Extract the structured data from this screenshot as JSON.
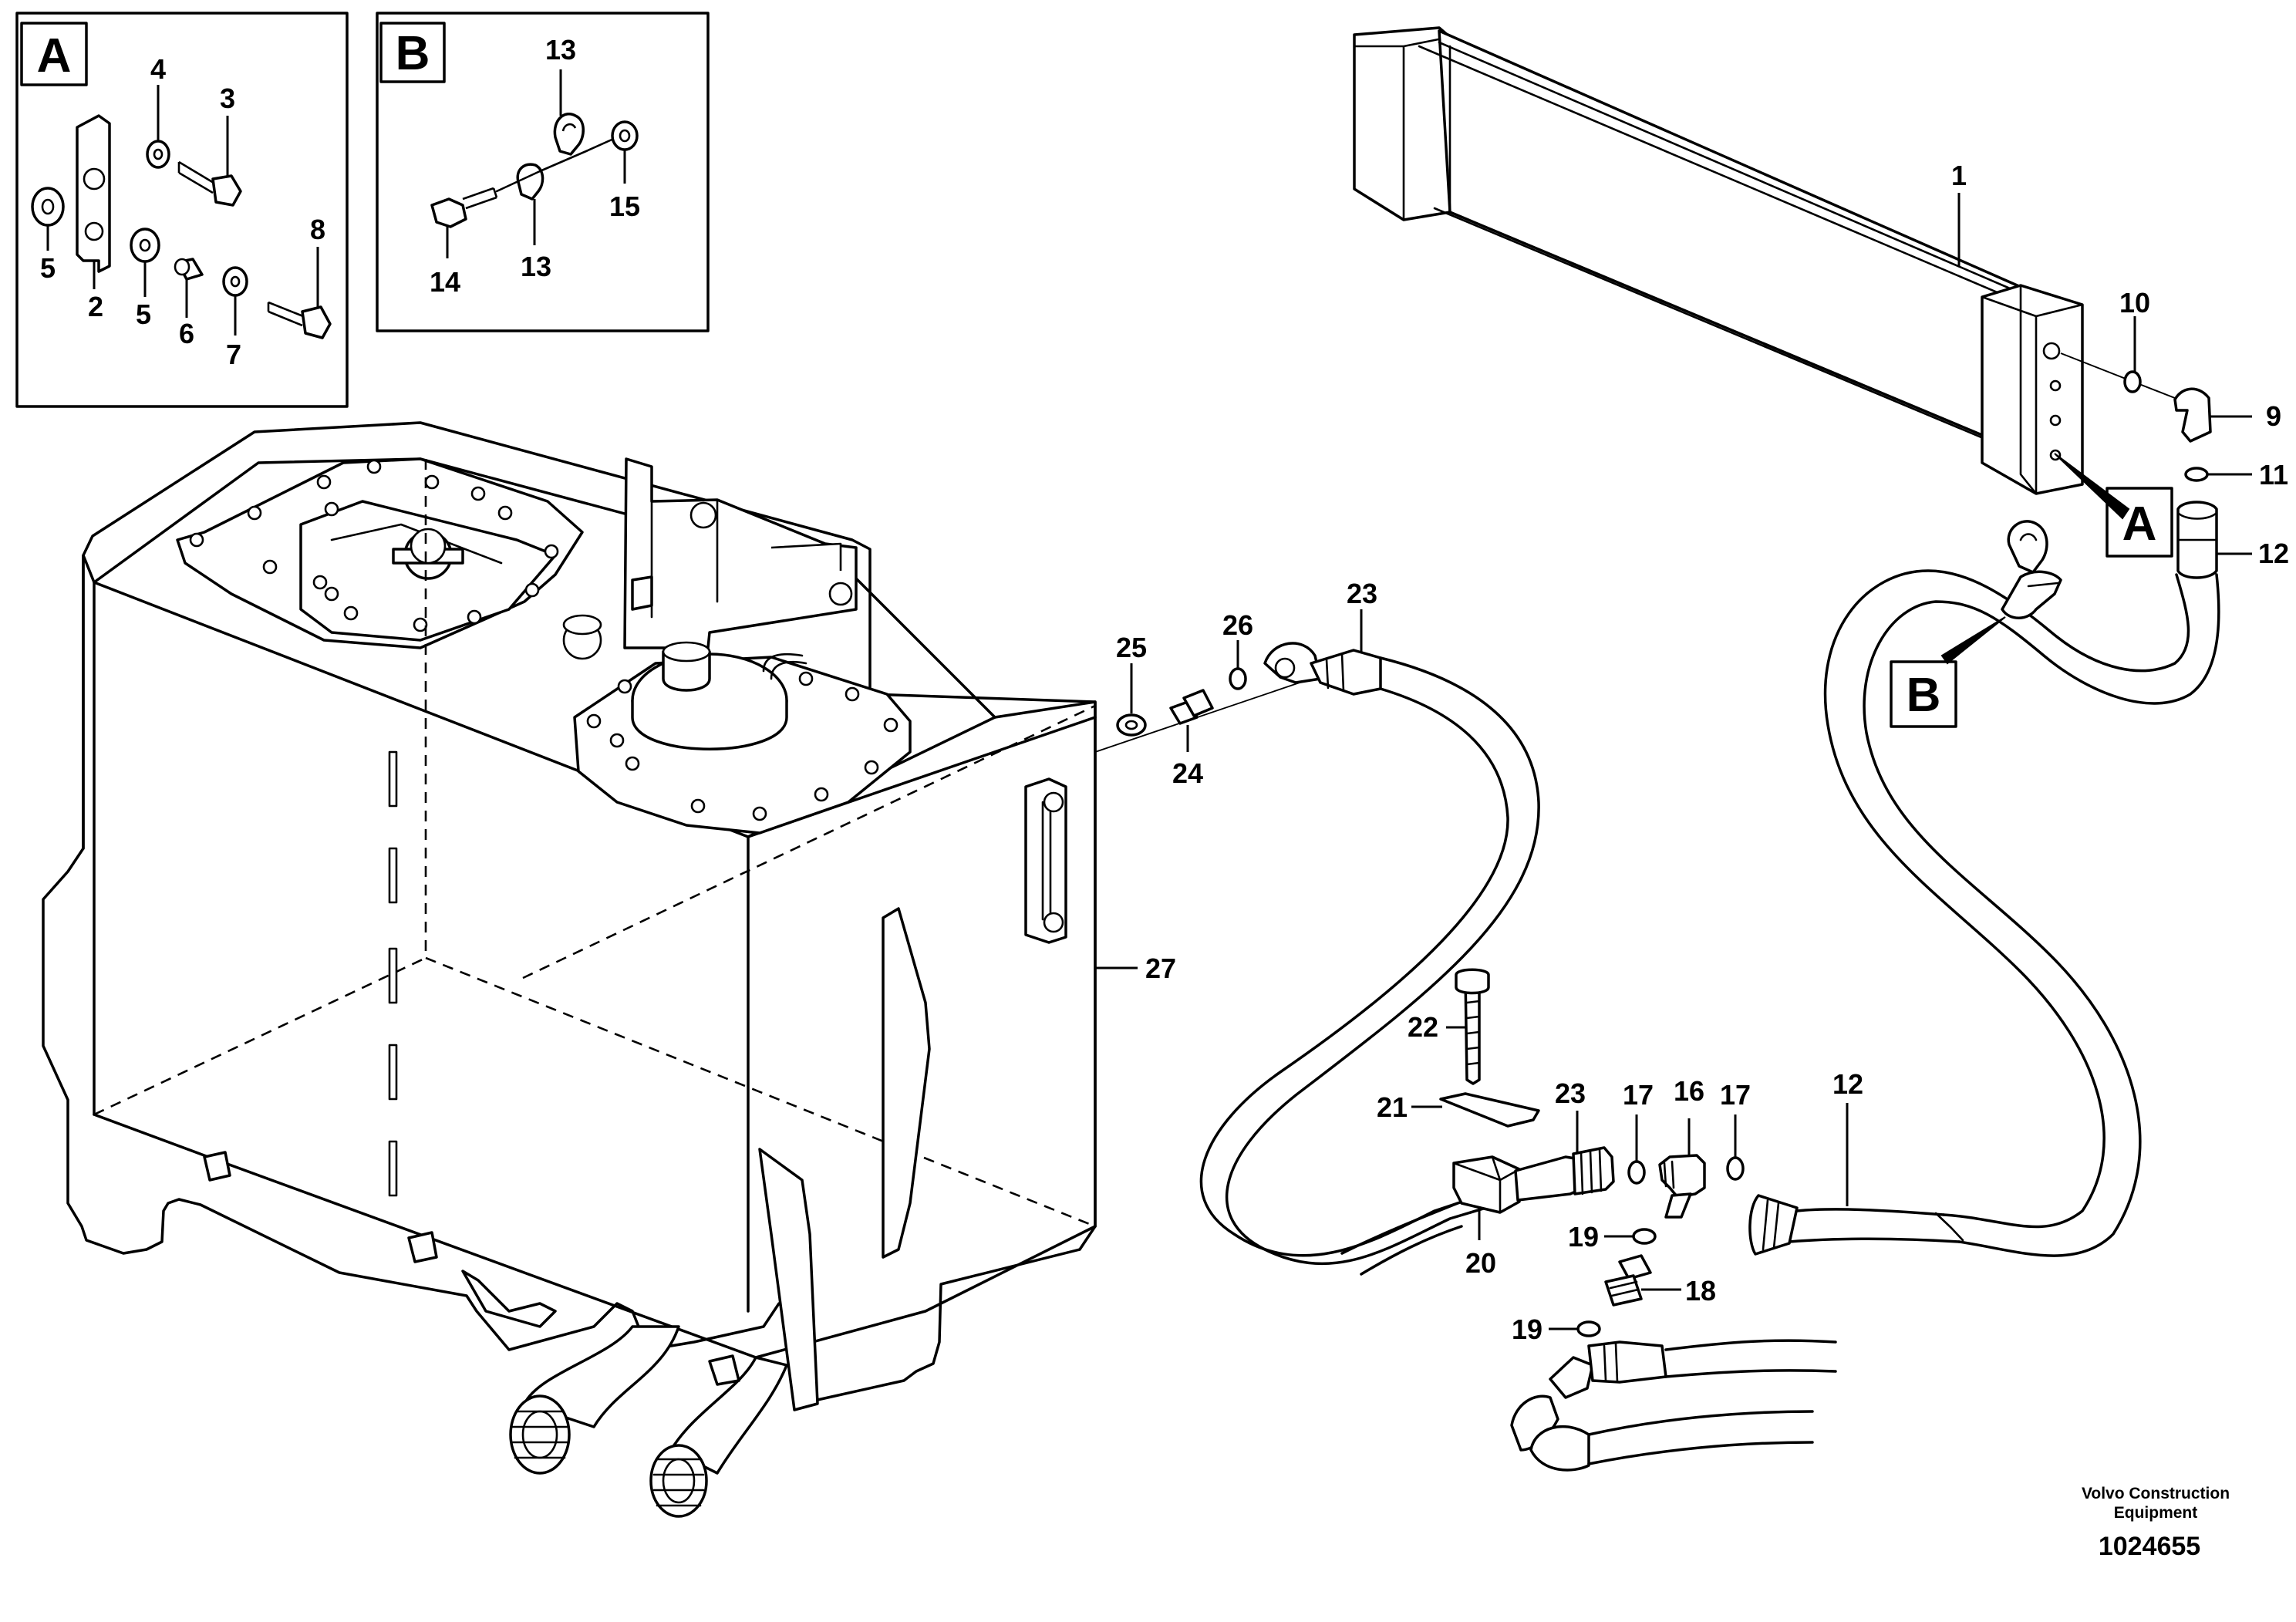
{
  "detail_boxes": [
    {
      "id": "detail-a",
      "letter": "A"
    },
    {
      "id": "detail-b",
      "letter": "B"
    }
  ],
  "callouts": {
    "A": "A",
    "B": "B"
  },
  "labels": [
    {
      "id": "label-1",
      "text": "1"
    },
    {
      "id": "label-2",
      "text": "2"
    },
    {
      "id": "label-3",
      "text": "3"
    },
    {
      "id": "label-4",
      "text": "4"
    },
    {
      "id": "label-5a",
      "text": "5"
    },
    {
      "id": "label-5b",
      "text": "5"
    },
    {
      "id": "label-6",
      "text": "6"
    },
    {
      "id": "label-7",
      "text": "7"
    },
    {
      "id": "label-8",
      "text": "8"
    },
    {
      "id": "label-9",
      "text": "9"
    },
    {
      "id": "label-10",
      "text": "10"
    },
    {
      "id": "label-11",
      "text": "11"
    },
    {
      "id": "label-12a",
      "text": "12"
    },
    {
      "id": "label-12b",
      "text": "12"
    },
    {
      "id": "label-13a",
      "text": "13"
    },
    {
      "id": "label-13b",
      "text": "13"
    },
    {
      "id": "label-14",
      "text": "14"
    },
    {
      "id": "label-15",
      "text": "15"
    },
    {
      "id": "label-16",
      "text": "16"
    },
    {
      "id": "label-17a",
      "text": "17"
    },
    {
      "id": "label-17b",
      "text": "17"
    },
    {
      "id": "label-18",
      "text": "18"
    },
    {
      "id": "label-19a",
      "text": "19"
    },
    {
      "id": "label-19b",
      "text": "19"
    },
    {
      "id": "label-20",
      "text": "20"
    },
    {
      "id": "label-21",
      "text": "21"
    },
    {
      "id": "label-22",
      "text": "22"
    },
    {
      "id": "label-23a",
      "text": "23"
    },
    {
      "id": "label-23b",
      "text": "23"
    },
    {
      "id": "label-24",
      "text": "24"
    },
    {
      "id": "label-25",
      "text": "25"
    },
    {
      "id": "label-26",
      "text": "26"
    },
    {
      "id": "label-27",
      "text": "27"
    }
  ],
  "footer": {
    "brand_line1": "Volvo Construction",
    "brand_line2": "Equipment",
    "drawing_number": "1024655"
  }
}
